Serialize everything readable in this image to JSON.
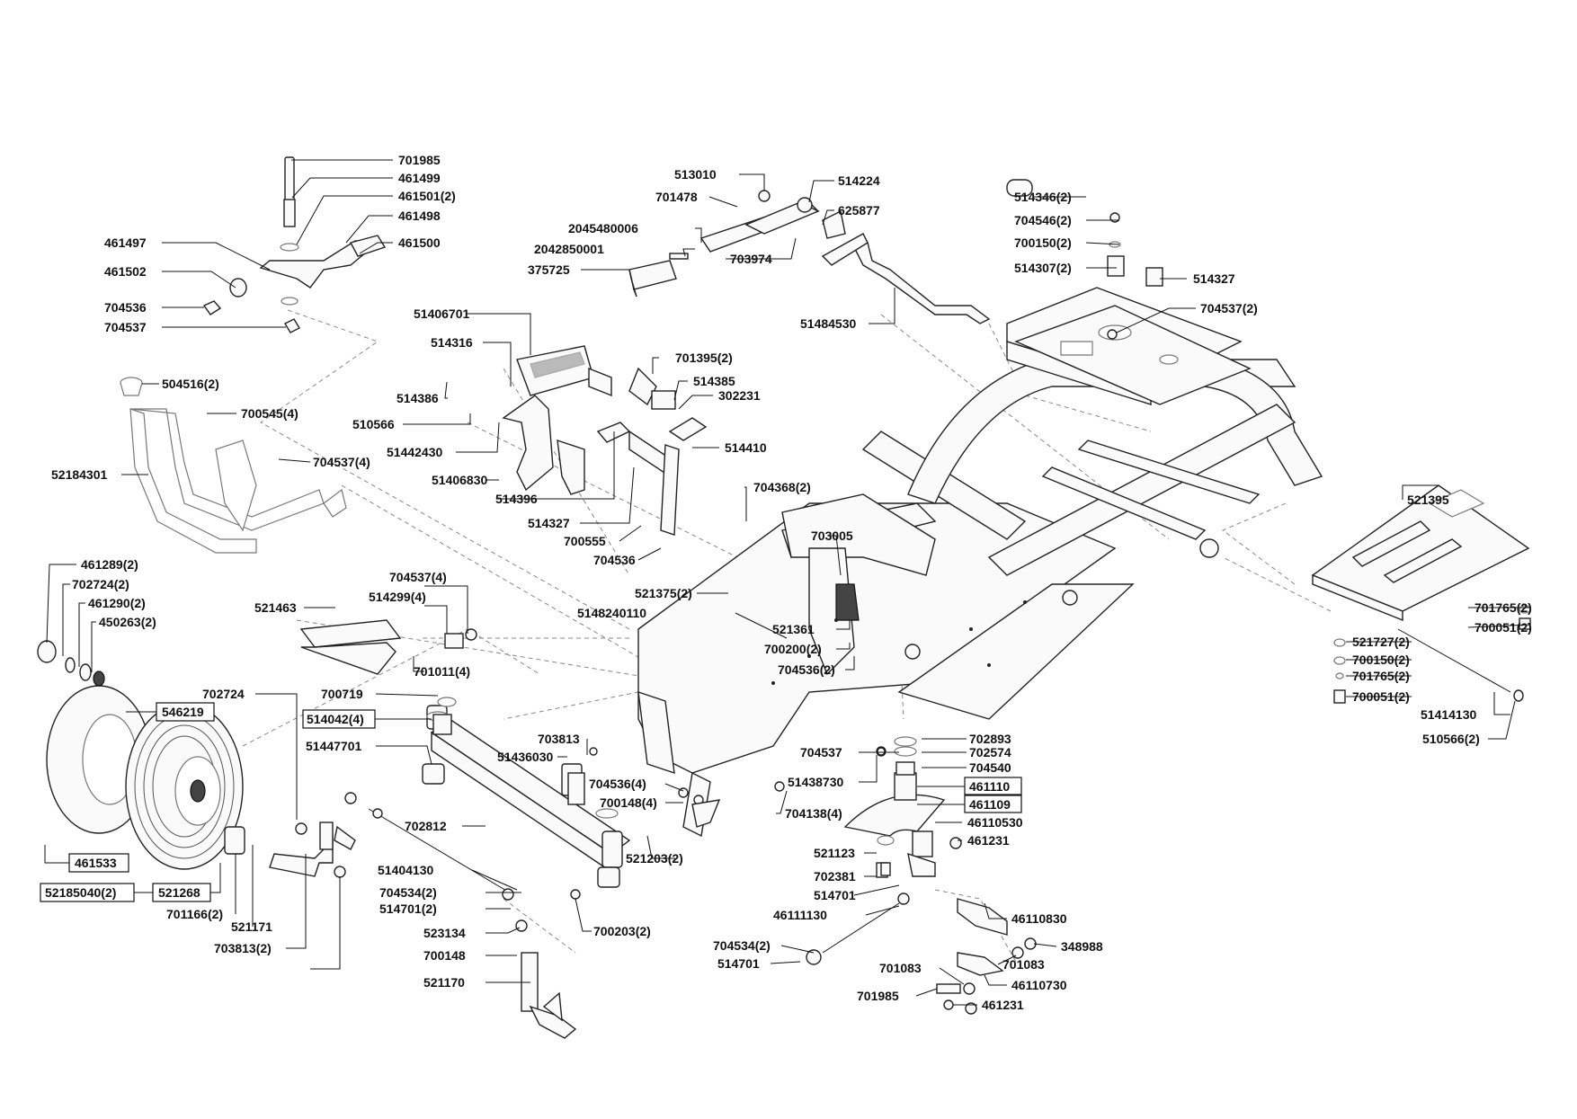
{
  "diagram": {
    "part_labels": {
      "p701985_top": "701985",
      "p461499": "461499",
      "p461501": "461501(2)",
      "p461498": "461498",
      "p461497": "461497",
      "p461500": "461500",
      "p461502": "461502",
      "p704536_top": "704536",
      "p704537_top": "704537",
      "p504516": "504516(2)",
      "p700545": "700545(4)",
      "p704537_4a": "704537(4)",
      "p52184301": "52184301",
      "p461289": "461289(2)",
      "p702724_2": "702724(2)",
      "p461290": "461290(2)",
      "p450263": "450263(2)",
      "p546219": "546219",
      "p461533": "461533",
      "p52185040": "52185040(2)",
      "p521268": "521268",
      "p701166": "701166(2)",
      "p521171": "521171",
      "p703813_2": "703813(2)",
      "p702724": "702724",
      "p700719": "700719",
      "p514042": "514042(4)",
      "p51447701": "51447701",
      "p702812": "702812",
      "p51404130": "51404130",
      "p704534_a": "704534(2)",
      "p514701_a": "514701(2)",
      "p523134": "523134",
      "p700148": "700148",
      "p521170": "521170",
      "p700203": "700203(2)",
      "p521463": "521463",
      "p704537_4b": "704537(4)",
      "p514299": "514299(4)",
      "p701011": "701011(4)",
      "p703813": "703813",
      "p51436030": "51436030",
      "p704536_4": "704536(4)",
      "p700148_4": "700148(4)",
      "p521203": "521203(2)",
      "p513010": "513010",
      "p514224": "514224",
      "p701478": "701478",
      "p625877": "625877",
      "p2045480006": "2045480006",
      "p2042850001": "2042850001",
      "p703974": "703974",
      "p375725": "375725",
      "p51484530": "51484530",
      "p51406701": "51406701",
      "p514316": "514316",
      "p514386": "514386",
      "p510566": "510566",
      "p51442430": "51442430",
      "p51406830": "51406830",
      "p514396": "514396",
      "p514327_b": "514327",
      "p700555": "700555",
      "p704536_b": "704536",
      "p701395": "701395(2)",
      "p514385": "514385",
      "p302231": "302231",
      "p514410": "514410",
      "p704368": "704368(2)",
      "p703005": "703005",
      "p521375": "521375(2)",
      "p5148240110": "5148240110",
      "p521361": "521361",
      "p700200": "700200(2)",
      "p704536_2": "704536(2)",
      "p514346": "514346(2)",
      "p704546": "704546(2)",
      "p700150_a": "700150(2)",
      "p514307": "514307(2)",
      "p514327_a": "514327",
      "p704537_2": "704537(2)",
      "p521395": "521395",
      "p701765_a": "701765(2)",
      "p700051_a": "700051(2)",
      "p521727": "521727(2)",
      "p700150_b": "700150(2)",
      "p701765_b": "701765(2)",
      "p700051_b": "700051(2)",
      "p51414130": "51414130",
      "p510566_2": "510566(2)",
      "p702893": "702893",
      "p702574": "702574",
      "p704537_c": "704537",
      "p704540": "704540",
      "p51438730": "51438730",
      "p461110": "461110",
      "p461109": "461109",
      "p704138": "704138(4)",
      "p46110530": "46110530",
      "p461231_a": "461231",
      "p521123": "521123",
      "p702381": "702381",
      "p514701_b": "514701",
      "p46111130": "46111130",
      "p46110830": "46110830",
      "p704534_b": "704534(2)",
      "p348988": "348988",
      "p514701_c": "514701",
      "p701083_a": "701083",
      "p701083_b": "701083",
      "p46110730": "46110730",
      "p701985_b": "701985",
      "p461231_b": "461231"
    }
  }
}
